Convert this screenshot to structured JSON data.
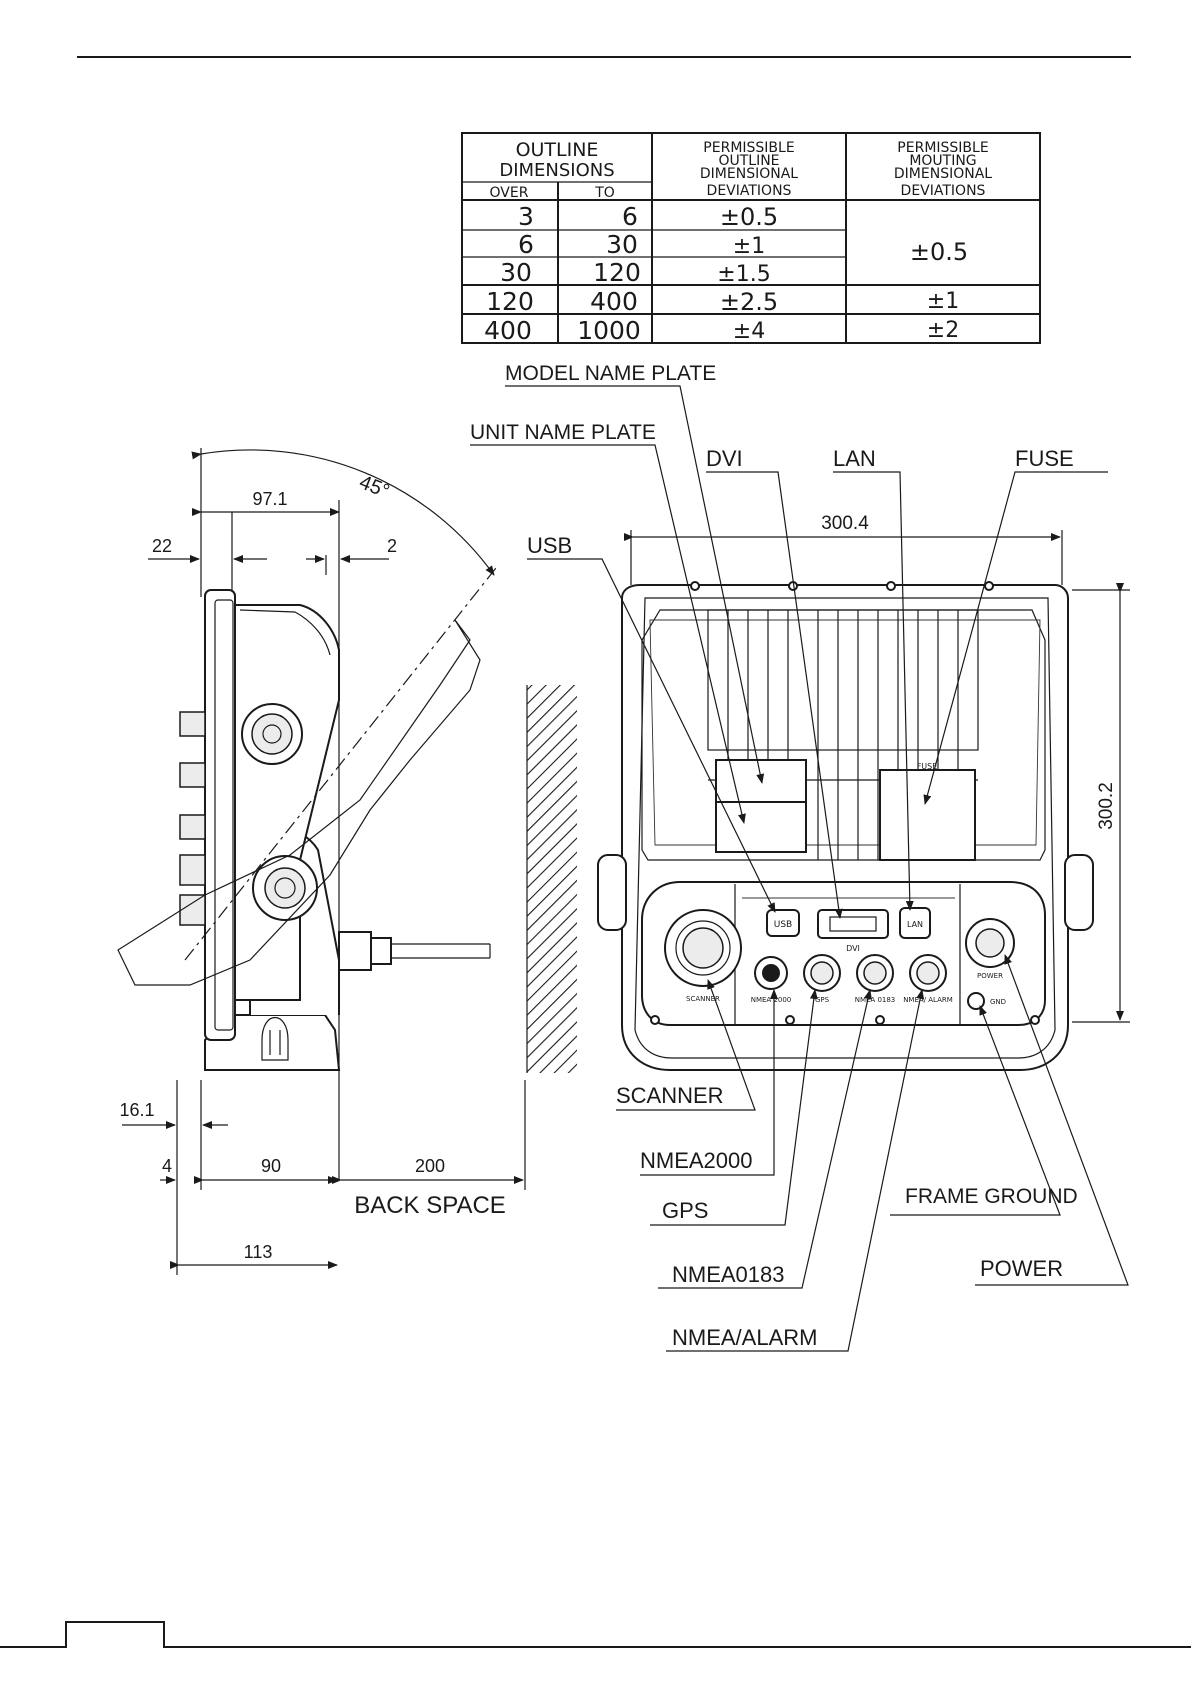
{
  "table": {
    "header": {
      "outline_line1": "OUTLINE",
      "outline_line2": "DIMENSIONS",
      "over": "OVER",
      "to": "TO",
      "pod_line1": "PERMISSIBLE",
      "pod_line2": "OUTLINE",
      "pod_line3": "DIMENSIONAL",
      "pod_line4": "DEVIATIONS",
      "pmd_line1": "PERMISSIBLE",
      "pmd_line2": "MOUTING",
      "pmd_line3": "DIMENSIONAL",
      "pmd_line4": "DEVIATIONS"
    },
    "rows": [
      {
        "over": "3",
        "to": "6",
        "outline_dev": "±0.5"
      },
      {
        "over": "6",
        "to": "30",
        "outline_dev": "±1"
      },
      {
        "over": "30",
        "to": "120",
        "outline_dev": "±1.5"
      },
      {
        "over": "120",
        "to": "400",
        "outline_dev": "±2.5",
        "mount_dev": "±1"
      },
      {
        "over": "400",
        "to": "1000",
        "outline_dev": "±4",
        "mount_dev": "±2"
      }
    ],
    "merged_mount_dev": "±0.5"
  },
  "side_view": {
    "angle": "45°",
    "dim_97_1": "97.1",
    "dim_22": "22",
    "dim_2": "2",
    "dim_16_1": "16.1",
    "dim_4": "4",
    "dim_90": "90",
    "dim_200": "200",
    "dim_113": "113",
    "back_space": "BACK SPACE"
  },
  "rear_view": {
    "dim_width": "300.4",
    "dim_height": "300.2",
    "panel_labels": {
      "usb": "USB",
      "dvi": "DVI",
      "lan": "LAN",
      "fuse": "FUSE",
      "scanner": "SCANNER",
      "nmea2000": "NMEA 2000",
      "gps": "GPS",
      "nmea0183": "NMEA 0183",
      "nmea_alarm": "NMEA/ ALARM",
      "power": "POWER",
      "ground": "GND"
    }
  },
  "callouts": {
    "model_name_plate": "MODEL NAME PLATE",
    "unit_name_plate": "UNIT NAME PLATE",
    "usb": "USB",
    "dvi": "DVI",
    "lan": "LAN",
    "fuse": "FUSE",
    "scanner": "SCANNER",
    "nmea2000": "NMEA2000",
    "gps": "GPS",
    "nmea0183": "NMEA0183",
    "nmea_alarm": "NMEA/ALARM",
    "frame_ground": "FRAME GROUND",
    "power": "POWER"
  }
}
